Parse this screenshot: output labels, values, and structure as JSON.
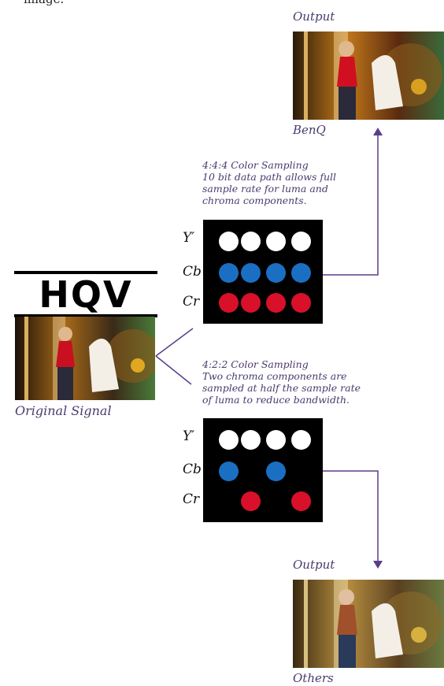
{
  "top_fragment": "image.",
  "output_top": {
    "heading": "Output",
    "caption": "BenQ"
  },
  "output_bottom": {
    "heading": "Output",
    "caption": "Others"
  },
  "logo": {
    "text": "HQV"
  },
  "original": {
    "caption": "Original  Signal"
  },
  "sampling_444": {
    "title": "4:4:4 Color Sampling",
    "lines": [
      "10 bit data path allows full",
      "sample rate for luma and",
      "chroma components."
    ],
    "rows": [
      {
        "label": "Y′",
        "dots": [
          "white",
          "white",
          "white",
          "white"
        ]
      },
      {
        "label": "Cb",
        "dots": [
          "blue",
          "blue",
          "blue",
          "blue"
        ]
      },
      {
        "label": "Cr",
        "dots": [
          "red",
          "red",
          "red",
          "red"
        ]
      }
    ]
  },
  "sampling_422": {
    "title": "4:2:2 Color Sampling",
    "lines": [
      "Two chroma components are",
      "sampled at half the sample rate",
      "of luma to reduce bandwidth."
    ],
    "rows": [
      {
        "label": "Y′",
        "dots": [
          "white",
          "white",
          "white",
          "white"
        ]
      },
      {
        "label": "Cb",
        "dots": [
          "blue",
          "none",
          "blue",
          "none"
        ]
      },
      {
        "label": "Cr",
        "dots": [
          "none",
          "red",
          "none",
          "red"
        ]
      }
    ]
  },
  "colors": {
    "white": "#ffffff",
    "blue": "#1a6fc2",
    "red": "#d8102a",
    "text": "#4a3a6e",
    "connector": "#5a3d8a"
  }
}
